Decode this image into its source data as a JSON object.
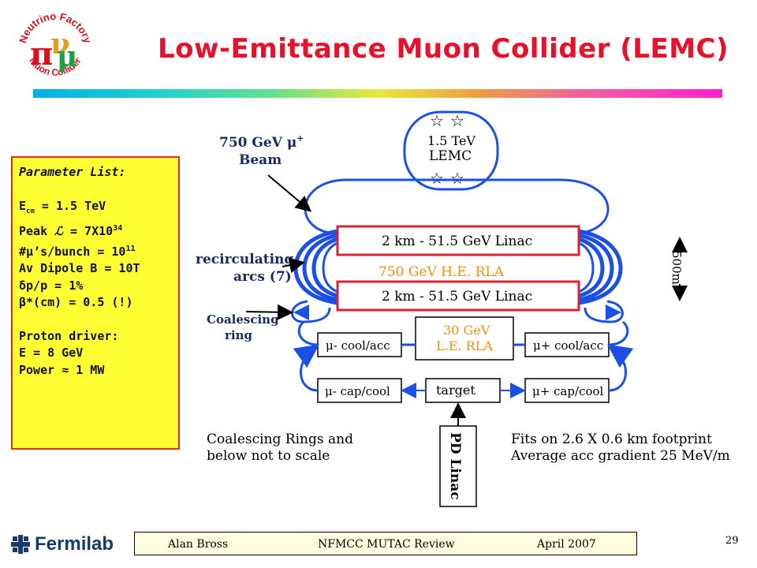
{
  "title": "Low-Emittance Muon Collider (LEMC)",
  "logo": {
    "top_text": "Neutrino Factory",
    "bottom_text": "Muon Collider",
    "symbols": "π μ ν"
  },
  "parameter_list": {
    "header": "Parameter List:",
    "ecm": "E",
    "ecm_sub": "cm",
    "ecm_val": " = 1.5 TeV",
    "lumi_pre": "Peak ",
    "lumi_sym": "ℒ",
    "lumi_mid": " = 7X10",
    "lumi_exp": "34",
    "mus_pre": "#",
    "mus_sym": "μ",
    "mus_mid": "’s/bunch = 10",
    "mus_exp": "11",
    "dipole": "Av Dipole B = 10T",
    "dp_sym": "δ",
    "dp_val": "p/p = 1%",
    "beta_sym": "β",
    "beta_val": "*(cm) = 0.5 (!)",
    "driver_header": "Proton driver:",
    "driver_e": "E = 8 GeV",
    "power_pre": "Power ",
    "power_sym": "≈",
    "power_val": " 1 MW"
  },
  "diagram": {
    "beam_label_1": "750 GeV μ",
    "beam_label_sup": "+",
    "beam_label_2": "Beam",
    "ring_energy": "1.5 TeV",
    "ring_name": "LEMC",
    "linac_top": "2 km - 51.5 GeV Linac",
    "he_rla": "750 GeV H.E. RLA",
    "linac_bottom": "2 km - 51.5 GeV Linac",
    "recirc_1": "recirculating",
    "recirc_2": "arcs (7)",
    "coalescing_1": "Coalescing",
    "coalescing_2": "ring",
    "scale": "500m",
    "le_rla_1": "30 GeV",
    "le_rla_2": "L.E. RLA",
    "mu_minus_cool": "μ- cool/acc",
    "mu_plus_cool": "μ+ cool/acc",
    "mu_minus_cap": "μ- cap/cool",
    "mu_plus_cap": "μ+ cap/cool",
    "target": "target",
    "pd_linac": "PD Linac",
    "note_left_1": "Coalescing Rings and",
    "note_left_2": "below not to scale",
    "note_right_1": "Fits on 2.6 X 0.6 km footprint",
    "note_right_2": "Average acc gradient 25 MeV/m"
  },
  "footer": {
    "author": "Alan Bross",
    "event": "NFMCC MUTAC Review",
    "date": "April 2007",
    "page": "29",
    "lab": "Fermilab"
  },
  "colors": {
    "title": "#e8102a",
    "param_bg": "#ffff33",
    "linac_border": "#e02030",
    "ring_blue": "#1a50e8"
  }
}
